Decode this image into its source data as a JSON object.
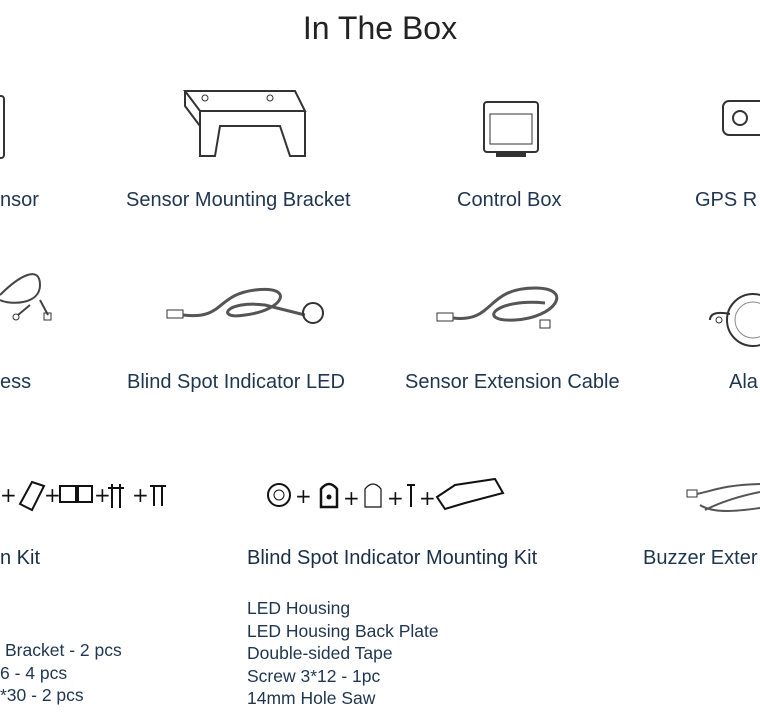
{
  "title": "In The Box",
  "row1": [
    "nsor",
    "Sensor Mounting Bracket",
    "Control Box",
    "GPS R"
  ],
  "row2": [
    "ess",
    "Blind Spot Indicator LED",
    "Sensor Extension Cable",
    "Ala"
  ],
  "kits": {
    "left": {
      "heading": "n Kit",
      "items": [
        "Bracket - 2 pcs",
        "6 - 4 pcs",
        "*30 - 2 pcs"
      ]
    },
    "middle": {
      "heading": "Blind Spot Indicator Mounting Kit",
      "items": [
        "LED Housing",
        "LED Housing Back Plate",
        "Double-sided Tape",
        "Screw 3*12 - 1pc",
        "14mm Hole Saw"
      ]
    },
    "right": {
      "heading": "Buzzer Exter"
    }
  }
}
